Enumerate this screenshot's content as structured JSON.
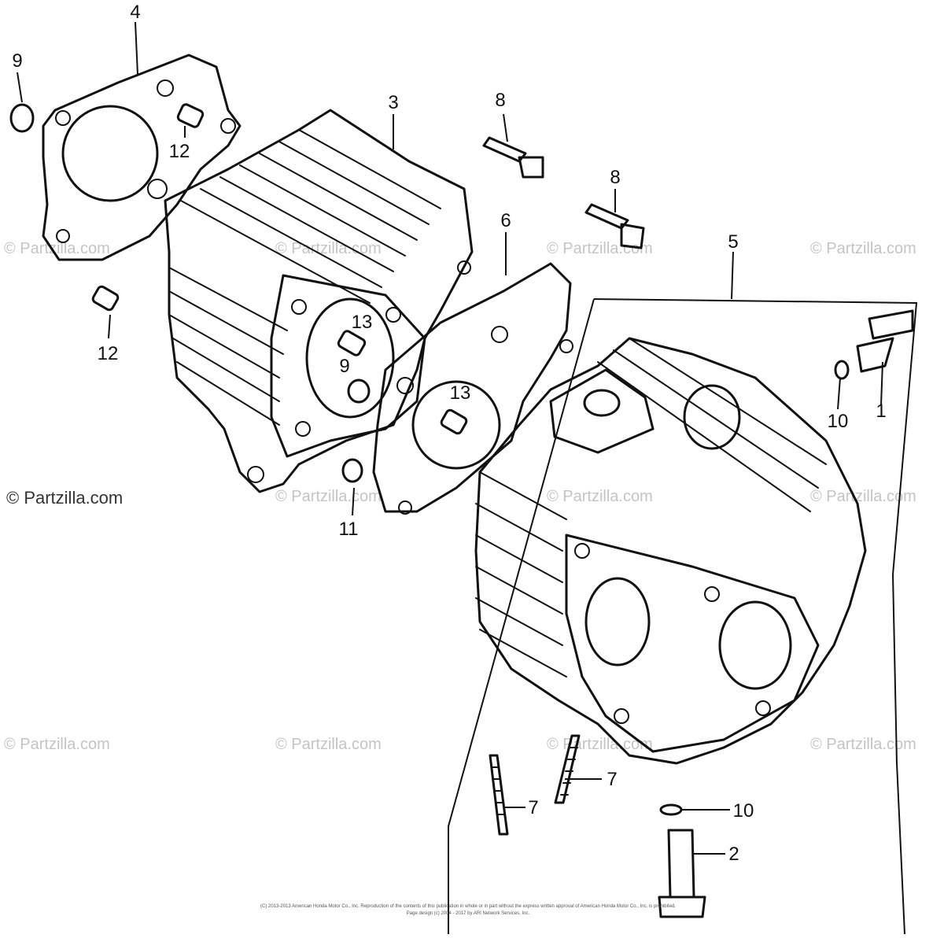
{
  "callouts": [
    {
      "id": "c1",
      "label": "1"
    },
    {
      "id": "c2",
      "label": "2"
    },
    {
      "id": "c3",
      "label": "3"
    },
    {
      "id": "c4",
      "label": "4"
    },
    {
      "id": "c5",
      "label": "5"
    },
    {
      "id": "c6",
      "label": "6"
    },
    {
      "id": "c7a",
      "label": "7"
    },
    {
      "id": "c7b",
      "label": "7"
    },
    {
      "id": "c8a",
      "label": "8"
    },
    {
      "id": "c8b",
      "label": "8"
    },
    {
      "id": "c9a",
      "label": "9"
    },
    {
      "id": "c9b",
      "label": "9"
    },
    {
      "id": "c10a",
      "label": "10"
    },
    {
      "id": "c10b",
      "label": "10"
    },
    {
      "id": "c11",
      "label": "11"
    },
    {
      "id": "c12a",
      "label": "12"
    },
    {
      "id": "c12b",
      "label": "12"
    },
    {
      "id": "c13a",
      "label": "13"
    },
    {
      "id": "c13b",
      "label": "13"
    }
  ],
  "watermark": {
    "text": "© Partzilla.com",
    "strong_text": "© Partzilla.com"
  },
  "footer": {
    "line1": "(C) 2013-2013 American Honda Motor Co., Inc. Reproduction of the contents of this publication in whole or in part without the express written approval of American Honda Motor Co., Inc. is prohibited.",
    "line2": "Page design (c) 2004 - 2017 by ARI Network Services, Inc."
  }
}
